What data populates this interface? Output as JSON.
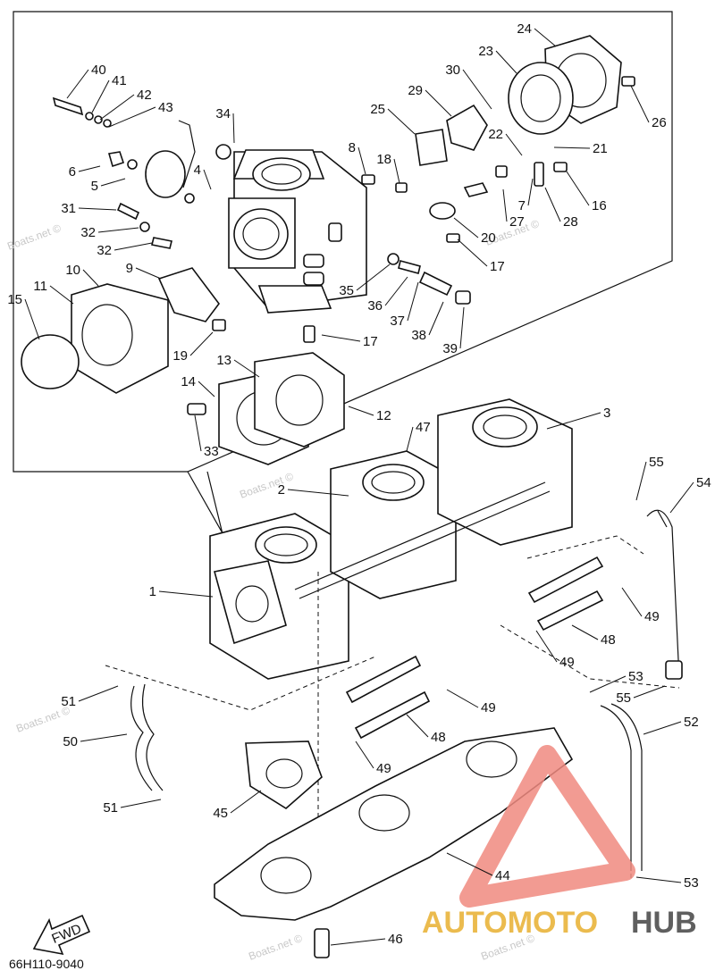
{
  "drawing_code": "66H110-9040",
  "direction_label": "FWD",
  "watermark": "Boats.net ©",
  "brand": {
    "text_left": "AUTOMOTO",
    "text_right": "HUB",
    "color_accent": "#e8b030",
    "color_dark": "#444444",
    "color_triangle": "#f08a80"
  },
  "callouts": [
    "1",
    "2",
    "3",
    "4",
    "5",
    "6",
    "7",
    "8",
    "9",
    "10",
    "11",
    "12",
    "13",
    "14",
    "15",
    "16",
    "17",
    "17",
    "18",
    "19",
    "20",
    "21",
    "22",
    "23",
    "24",
    "25",
    "26",
    "27",
    "28",
    "29",
    "30",
    "31",
    "32",
    "32",
    "33",
    "34",
    "35",
    "36",
    "37",
    "38",
    "39",
    "40",
    "41",
    "42",
    "43",
    "44",
    "45",
    "46",
    "47",
    "48",
    "48",
    "49",
    "49",
    "49",
    "49",
    "50",
    "51",
    "51",
    "52",
    "53",
    "53",
    "54",
    "55",
    "55"
  ]
}
